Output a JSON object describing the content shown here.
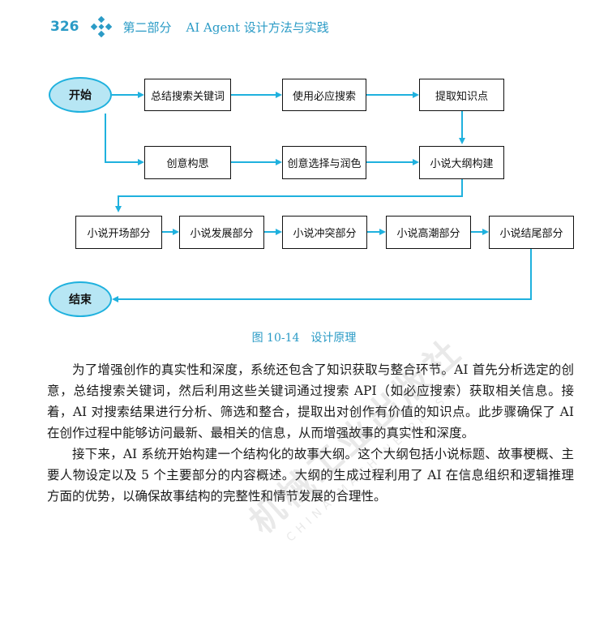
{
  "header": {
    "page_number": "326",
    "part": "第二部分",
    "chapter_title": "AI Agent 设计方法与实践"
  },
  "figure": {
    "caption": "图 10-14　设计原理",
    "nodes": {
      "start": "开始",
      "summarize_keywords": "总结搜索关键词",
      "use_bing_search": "使用必应搜索",
      "extract_knowledge": "提取知识点",
      "creative_ideation": "创意构思",
      "creative_select_polish": "创意选择与润色",
      "novel_outline": "小说大纲构建",
      "novel_opening": "小说开场部分",
      "novel_development": "小说发展部分",
      "novel_conflict": "小说冲突部分",
      "novel_climax": "小说高潮部分",
      "novel_ending": "小说结尾部分",
      "end": "结束"
    }
  },
  "body": {
    "paragraphs": [
      "为了增强创作的真实性和深度，系统还包含了知识获取与整合环节。AI 首先分析选定的创意，总结搜索关键词，然后利用这些关键词通过搜索 API（如必应搜索）获取相关信息。接着，AI 对搜索结果进行分析、筛选和整合，提取出对创作有价值的知识点。此步骤确保了 AI 在创作过程中能够访问最新、最相关的信息，从而增强故事的真实性和深度。",
      "接下来，AI 系统开始构建一个结构化的故事大纲。这个大纲包括小说标题、故事梗概、主要人物设定以及 5 个主要部分的内容概述。大纲的生成过程利用了 AI 在信息组织和逻辑推理方面的优势，以确保故事结构的完整性和情节发展的合理性。"
    ]
  },
  "watermark": {
    "text_cn": "机械工业出版社",
    "text_en": "CHINA MACHINE PRESS"
  },
  "colors": {
    "accent": "#2b9bc6",
    "connector": "#1fb1de",
    "oval_fill": "#b7e6f4"
  }
}
